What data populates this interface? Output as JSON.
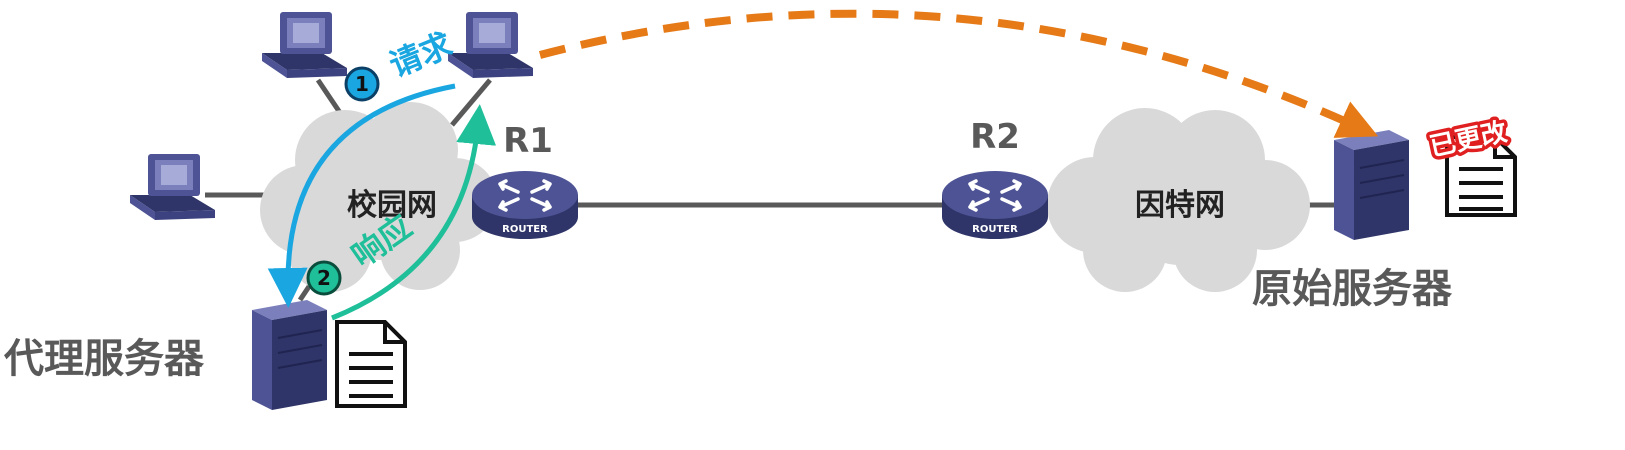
{
  "labels": {
    "campus_network": "校园网",
    "internet": "因特网",
    "router1": "R1",
    "router2": "R2",
    "router_caption": "ROUTER",
    "proxy_server": "代理服务器",
    "origin_server": "原始服务器",
    "request": "请求",
    "response": "响应",
    "step1": "1",
    "step2": "2",
    "modified_stamp": "已更改"
  },
  "colors": {
    "request_arrow": "#1aa6e0",
    "response_arrow": "#1fbf9a",
    "direct_arrow": "#e57a17",
    "cloud": "#d9d9d9",
    "link": "#595959",
    "device_dark": "#2f3568",
    "device_mid": "#4d5394",
    "device_light": "#7b80bd",
    "stamp": "#e02020",
    "label_text": "#595959"
  },
  "icons": [
    "computer-icon",
    "router-icon",
    "server-icon",
    "document-icon",
    "cloud-shape"
  ]
}
